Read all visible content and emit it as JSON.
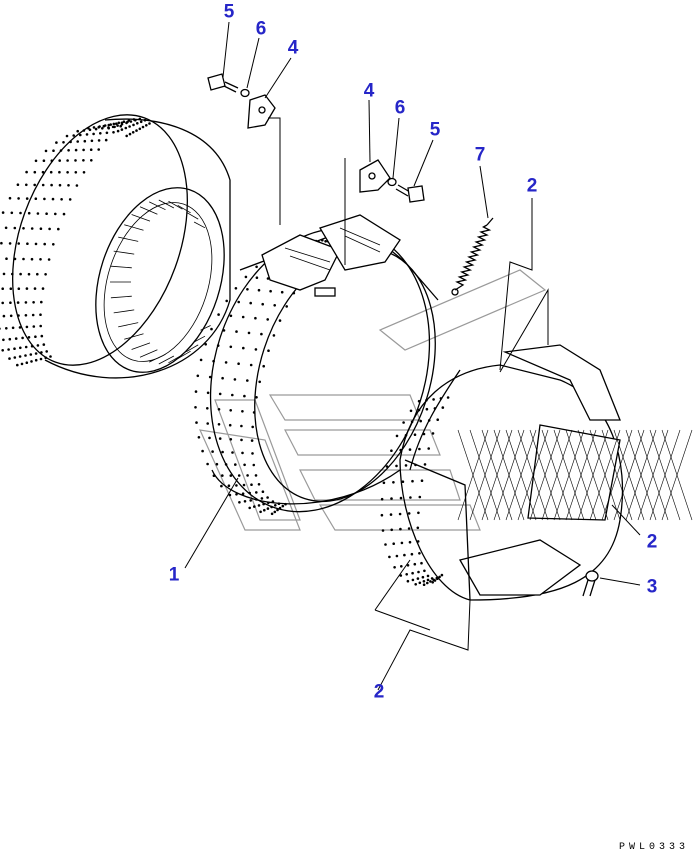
{
  "diagram": {
    "callouts": [
      {
        "id": "c5a",
        "text": "5"
      },
      {
        "id": "c6a",
        "text": "6"
      },
      {
        "id": "c4a",
        "text": "4"
      },
      {
        "id": "c4b",
        "text": "4"
      },
      {
        "id": "c6b",
        "text": "6"
      },
      {
        "id": "c5b",
        "text": "5"
      },
      {
        "id": "c7",
        "text": "7"
      },
      {
        "id": "c2a",
        "text": "2"
      },
      {
        "id": "c2b",
        "text": "2"
      },
      {
        "id": "c3",
        "text": "3"
      },
      {
        "id": "c1",
        "text": "1"
      },
      {
        "id": "c2c",
        "text": "2"
      }
    ],
    "reference_code": "PWL0333",
    "colors": {
      "callout": "#2626c8",
      "line": "#000000",
      "watermark": "#9a9a9a"
    }
  }
}
